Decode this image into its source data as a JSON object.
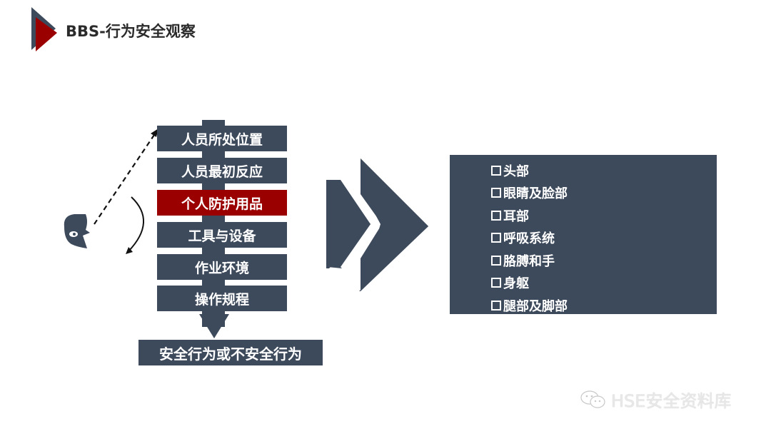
{
  "header": {
    "title": "BBS-行为安全观察"
  },
  "flow": {
    "steps": [
      {
        "label": "人员所处位置",
        "active": false
      },
      {
        "label": "人员最初反应",
        "active": false
      },
      {
        "label": "个人防护用品",
        "active": true
      },
      {
        "label": "工具与设备",
        "active": false
      },
      {
        "label": "作业环境",
        "active": false
      },
      {
        "label": "操作规程",
        "active": false
      }
    ],
    "result": "安全行为或不安全行为"
  },
  "ppe_panel": {
    "items": [
      {
        "label": "头部"
      },
      {
        "label": "眼睛及脸部"
      },
      {
        "label": "耳部"
      },
      {
        "label": "呼吸系统"
      },
      {
        "label": "胳膊和手"
      },
      {
        "label": "身躯"
      },
      {
        "label": "腿部及脚部"
      }
    ]
  },
  "colors": {
    "primary": "#3d4a5c",
    "accent": "#9a0000"
  },
  "watermark": {
    "text": "HSE安全资料库",
    "icon": "wechat-icon"
  }
}
